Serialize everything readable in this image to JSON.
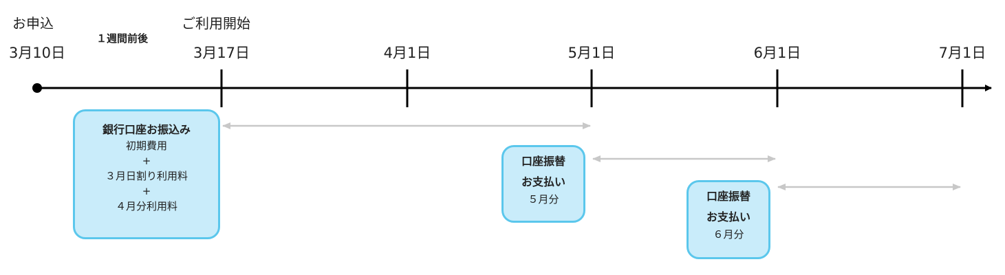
{
  "header": {
    "apply_label": "お申込",
    "start_label": "ご利用開始",
    "gap_label": "１週間前後"
  },
  "dates": {
    "apply": "3月10日",
    "start": "3月17日",
    "apr": "4月1日",
    "may": "5月1日",
    "jun": "6月1日",
    "jul": "7月1日"
  },
  "boxes": {
    "bank": {
      "title": "銀行口座お振込み",
      "lines": [
        "初期費用",
        "+",
        "３月日割り利用料",
        "+",
        "４月分利用料"
      ]
    },
    "may": {
      "title1": "口座振替",
      "title2": "お支払い",
      "line": "５月分"
    },
    "jun": {
      "title1": "口座振替",
      "title2": "お支払い",
      "line": "６月分"
    }
  },
  "colors": {
    "box_fill": "#c9ecfa",
    "box_border": "#5bc7ec",
    "period_arrow": "#c8c8c8",
    "axis": "#000000"
  }
}
